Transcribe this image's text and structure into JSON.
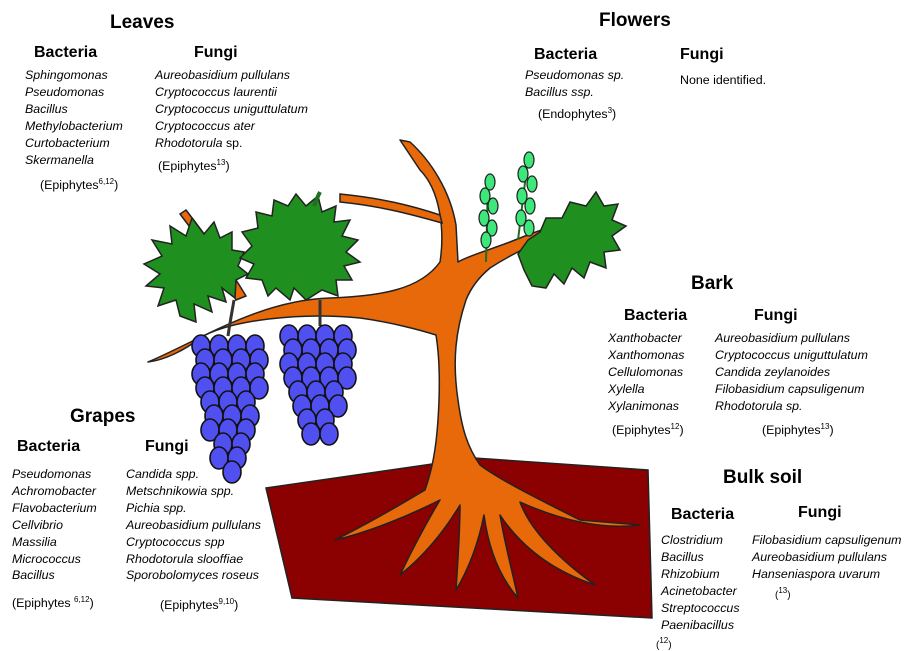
{
  "leaves": {
    "title": "Leaves",
    "bacteria": {
      "heading": "Bacteria",
      "items": [
        "Sphingomonas",
        "Pseudomonas",
        "Bacillus",
        "Methylobacterium",
        "Curtobacterium",
        "Skermanella"
      ],
      "note_text": "(Epiphytes",
      "note_sup": "6,12",
      "note_close": ")"
    },
    "fungi": {
      "heading": "Fungi",
      "items": [
        "Aureobasidium pullulans",
        "Cryptococcus laurentii",
        "Cryptococcus uniguttulatum",
        "Cryptococcus ater"
      ],
      "last_item_italic": "Rhodotorula",
      "last_item_plain": " sp.",
      "note_text": "(Epiphytes",
      "note_sup": "13",
      "note_close": ")"
    }
  },
  "flowers": {
    "title": "Flowers",
    "bacteria": {
      "heading": "Bacteria",
      "items": [
        "Pseudomonas sp.",
        "Bacillus ssp."
      ],
      "note_text": "(Endophytes",
      "note_sup": "3",
      "note_close": ")"
    },
    "fungi": {
      "heading": "Fungi",
      "none_text": "None identified."
    }
  },
  "bark": {
    "title": "Bark",
    "bacteria": {
      "heading": "Bacteria",
      "items": [
        "Xanthobacter",
        "Xanthomonas",
        "Cellulomonas",
        "Xylella",
        "Xylanimonas"
      ],
      "note_text": "(Epiphytes",
      "note_sup": "12",
      "note_close": ")"
    },
    "fungi": {
      "heading": "Fungi",
      "items": [
        "Aureobasidium pullulans",
        "Cryptococcus uniguttulatum",
        "Candida zeylanoides",
        "Filobasidium capsuligenum",
        "Rhodotorula sp."
      ],
      "note_text": "(Epiphytes",
      "note_sup": "13",
      "note_close": ")"
    }
  },
  "grapes": {
    "title": "Grapes",
    "bacteria": {
      "heading": "Bacteria",
      "items": [
        "Pseudomonas",
        "Achromobacter",
        "Flavobacterium",
        "Cellvibrio",
        "Massilia",
        "Micrococcus",
        "Bacillus"
      ],
      "note_text": "(Epiphytes ",
      "note_sup": "6,12",
      "note_close": ")"
    },
    "fungi": {
      "heading": "Fungi",
      "items": [
        "Candida spp.",
        "Metschnikowia spp.",
        "Pichia spp.",
        "Aureobasidium pullulans",
        "Cryptococcus spp",
        "Rhodotorula slooffiae",
        "Sporobolomyces roseus"
      ],
      "note_text": "(Epiphytes",
      "note_sup": "9,10",
      "note_close": ")"
    }
  },
  "bulk_soil": {
    "title": "Bulk soil",
    "bacteria": {
      "heading": "Bacteria",
      "items": [
        "Clostridium",
        "Bacillus",
        "Rhizobium",
        "Acinetobacter",
        "Streptococcus",
        "Paenibacillus"
      ],
      "note_text": "(",
      "note_sup": "12",
      "note_close": ")"
    },
    "fungi": {
      "heading": "Fungi",
      "items": [
        "Filobasidium capsuligenum",
        "Aureobasidium pullulans",
        "Hanseniaspora uvarum"
      ],
      "note_text": "(",
      "note_sup": "13",
      "note_close": ")"
    }
  },
  "colors": {
    "trunk": "#e8690a",
    "soil": "#8b0000",
    "leaf": "#1f8f1f",
    "grape": "#5050f0",
    "flower": "#3de87a",
    "outline": "#222222"
  }
}
